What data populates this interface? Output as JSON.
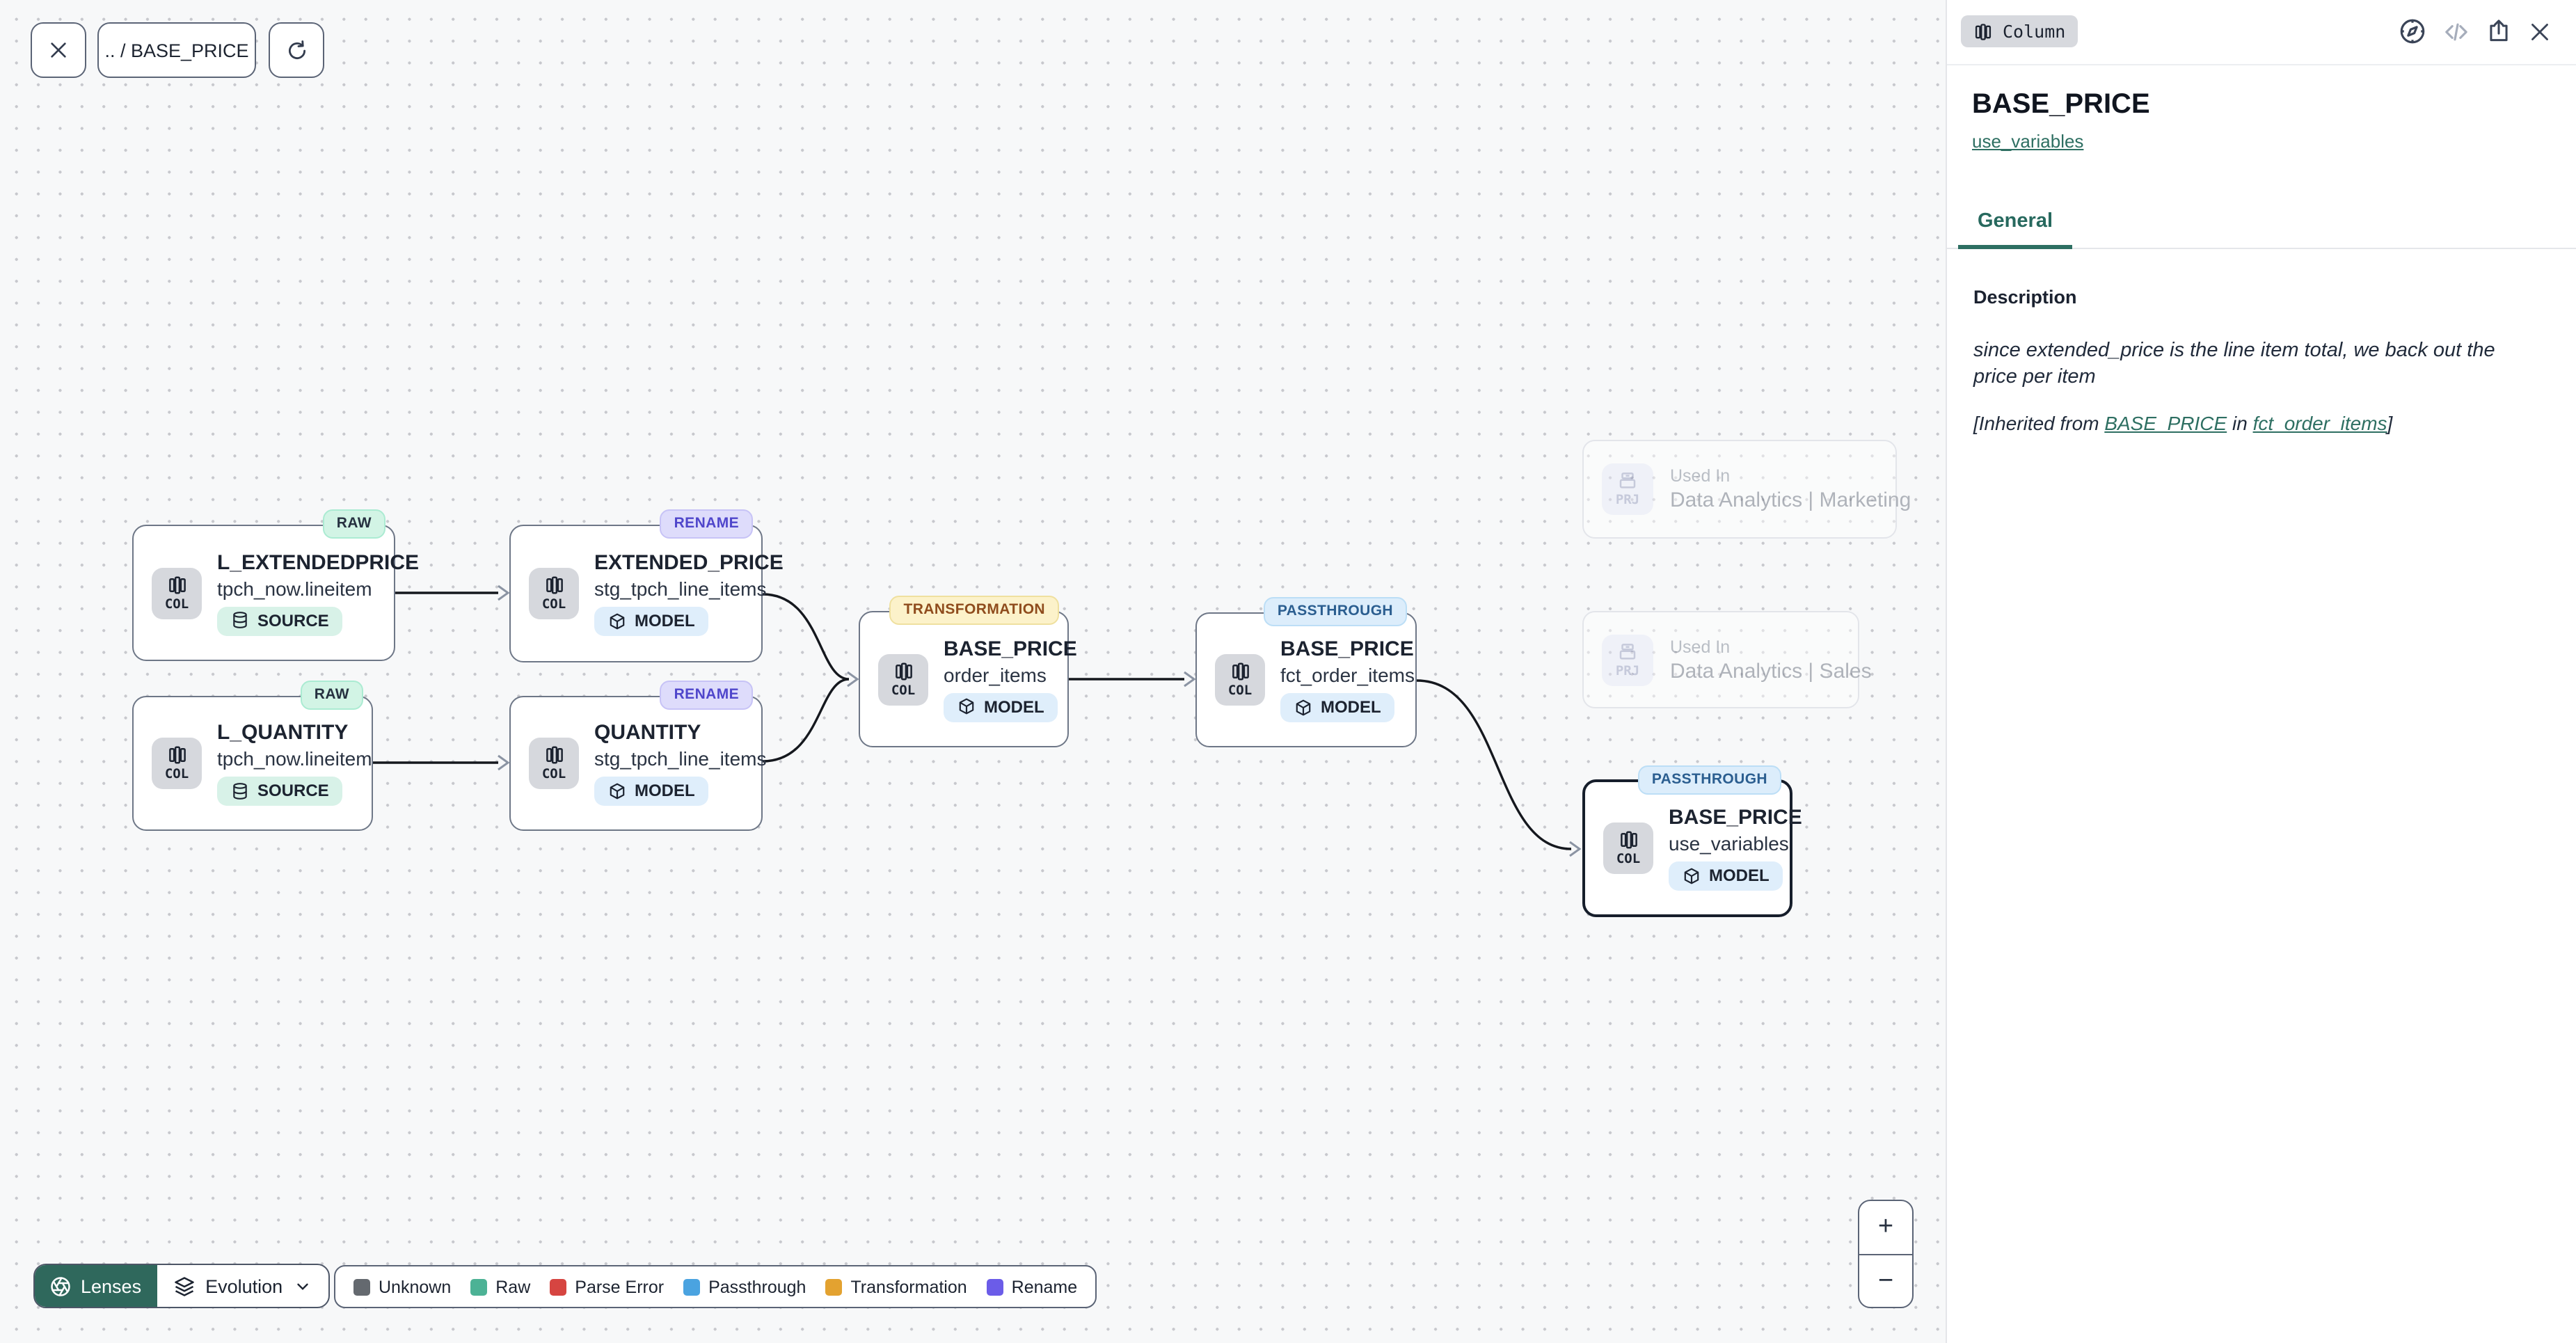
{
  "toolbar": {
    "breadcrumb": ".. / BASE_PRICE"
  },
  "panel": {
    "type_badge": "Column",
    "title": "BASE_PRICE",
    "model_link": "use_variables",
    "tab_general": "General",
    "description": {
      "label": "Description",
      "text": "since extended_price is the line item total, we back out the price per item",
      "inherited_prefix": "[Inherited from ",
      "inherited_link_column": "BASE_PRICE",
      "inherited_middle": " in ",
      "inherited_link_model": "fct_order_items",
      "inherited_suffix": "]"
    }
  },
  "graph": {
    "nodes": [
      {
        "kind": "COL",
        "title": "L_EXTENDEDPRICE",
        "subtitle": "tpch_now.lineitem",
        "badge": "RAW",
        "tag": "SOURCE"
      },
      {
        "kind": "COL",
        "title": "EXTENDED_PRICE",
        "subtitle": "stg_tpch_line_items",
        "badge": "RENAME",
        "tag": "MODEL"
      },
      {
        "kind": "COL",
        "title": "L_QUANTITY",
        "subtitle": "tpch_now.lineitem",
        "badge": "RAW",
        "tag": "SOURCE"
      },
      {
        "kind": "COL",
        "title": "QUANTITY",
        "subtitle": "stg_tpch_line_items",
        "badge": "RENAME",
        "tag": "MODEL"
      },
      {
        "kind": "COL",
        "title": "BASE_PRICE",
        "subtitle": "order_items",
        "badge": "TRANSFORMATION",
        "tag": "MODEL"
      },
      {
        "kind": "COL",
        "title": "BASE_PRICE",
        "subtitle": "fct_order_items",
        "badge": "PASSTHROUGH",
        "tag": "MODEL"
      },
      {
        "kind": "COL",
        "title": "BASE_PRICE",
        "subtitle": "use_variables",
        "badge": "PASSTHROUGH",
        "tag": "MODEL"
      }
    ],
    "used_in": [
      {
        "kind": "PRJ",
        "label": "Used In",
        "value": "Data Analytics | Marketing"
      },
      {
        "kind": "PRJ",
        "label": "Used In",
        "value": "Data Analytics | Sales"
      }
    ]
  },
  "footer": {
    "lenses_label": "Lenses",
    "lens_selected": "Evolution",
    "legend": [
      {
        "label": "Unknown",
        "color": "#64696f"
      },
      {
        "label": "Raw",
        "color": "#4cb295"
      },
      {
        "label": "Parse Error",
        "color": "#d64541"
      },
      {
        "label": "Passthrough",
        "color": "#4aa3e0"
      },
      {
        "label": "Transformation",
        "color": "#e3a230"
      },
      {
        "label": "Rename",
        "color": "#6b5ce8"
      }
    ]
  },
  "zoom_controls": {
    "zoom_in": "+",
    "zoom_out": "−"
  },
  "icons": {
    "toolbar": [
      "close-icon",
      "refresh-icon"
    ],
    "panel_actions": [
      "compass-icon",
      "code-icon",
      "share-icon",
      "close-icon"
    ],
    "node": [
      "columns-icon",
      "database-icon",
      "cube-icon",
      "project-drawers-icon"
    ],
    "footer": [
      "aperture-icon",
      "layers-icon",
      "chevron-down-icon"
    ]
  }
}
